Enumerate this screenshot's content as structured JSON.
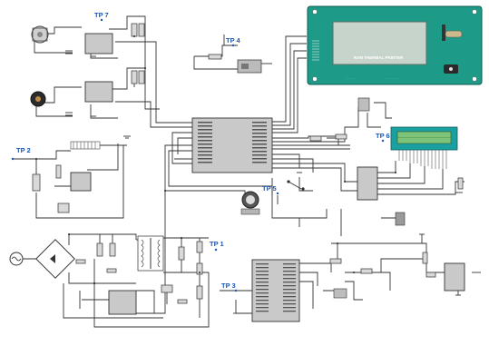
{
  "test_points": [
    {
      "id": "tp7",
      "label": "TP 7"
    },
    {
      "id": "tp4",
      "label": "TP 4"
    },
    {
      "id": "tp2",
      "label": "TP 2"
    },
    {
      "id": "tp6",
      "label": "TP 6"
    },
    {
      "id": "tp5",
      "label": "TP 5"
    },
    {
      "id": "tp1",
      "label": "TP 1"
    },
    {
      "id": "tp3",
      "label": "TP 3"
    }
  ],
  "printer": {
    "label": "RAM THERMAL PRINTER",
    "body_color": "#1e9b88",
    "panel_color": "#c7d4cc"
  },
  "lcd": {
    "body_color": "#1aa0a0",
    "screen_color": "#7ec37a"
  },
  "colors": {
    "test_point": "#1a57b5",
    "wire": "#333333",
    "chip": "#c9c9c9"
  }
}
